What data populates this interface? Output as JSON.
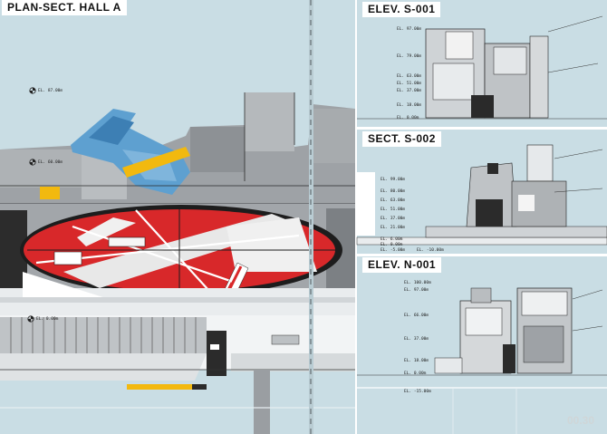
{
  "titles": {
    "plan": "PLAN-SECT. HALL A",
    "elev_s": "ELEV. S-001",
    "sect_s": "SECT. S-002",
    "elev_n": "ELEV. N-001"
  },
  "left_levels": {
    "top": "EL. 87.00m",
    "mid": "EL. 60.00m",
    "low": "EL. 0.00m"
  },
  "elev_s_levels": [
    "EL. 97.00m",
    "EL. 79.00m",
    "EL. 63.00m",
    "EL. 51.00m",
    "EL. 37.00m",
    "EL. 18.00m",
    "EL. 0.00m"
  ],
  "sect_s_levels": [
    "EL. 99.00m",
    "EL. 80.00m",
    "EL. 63.00m",
    "EL. 51.00m",
    "EL. 37.00m",
    "EL. 21.00m",
    "EL. 6.00m",
    "EL. 0.00m",
    "EL. -5.00m",
    "EL. -10.00m"
  ],
  "elev_n_levels": [
    "EL. 100.00m",
    "EL. 97.00m",
    "EL. 66.00m",
    "EL. 37.00m",
    "EL. 18.00m",
    "EL. 0.00m",
    "EL. -15.00m"
  ],
  "page_number": "00.30",
  "colors": {
    "paper": "#c9dde4",
    "auditorium_red": "#d8282a",
    "accent_yellow": "#f2b90f",
    "roof_blue": "#5ea0d0",
    "structure_grey": "#9a9ea2"
  }
}
